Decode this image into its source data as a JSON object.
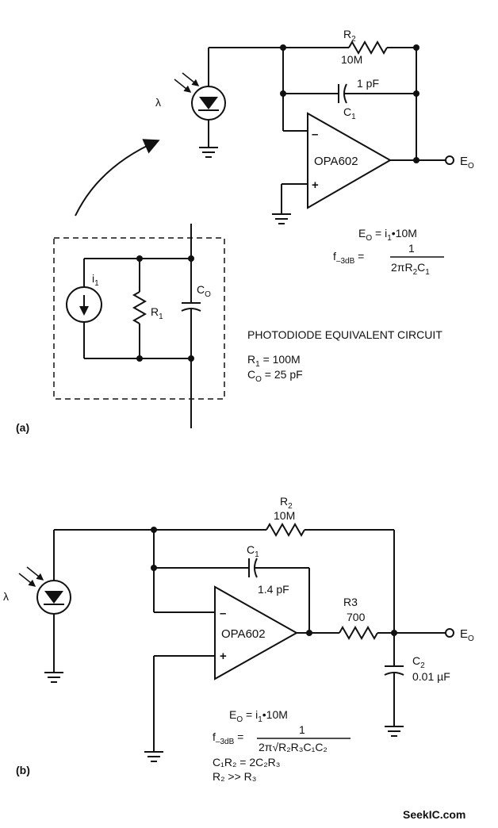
{
  "circuit_a": {
    "r2_label": "R",
    "r2_sub": "2",
    "r2_value": "10M",
    "c1_value": "1 pF",
    "c1_label": "C",
    "c1_sub": "1",
    "opamp": "OPA602",
    "minus": "–",
    "plus": "+",
    "lambda": "λ",
    "output": "E",
    "output_sub": "O",
    "eq1_lhs": "E",
    "eq1_lhs_sub": "O",
    "eq1_rhs": " = i",
    "eq1_rhs_sub": "1",
    "eq1_tail": "•10M",
    "eq2_lhs": "f",
    "eq2_lhs_sub": "–3dB",
    "eq2_eq": " =",
    "eq2_num": "1",
    "eq2_den_a": "2πR",
    "eq2_den_b": "2",
    "eq2_den_c": "C",
    "eq2_den_d": "1",
    "equiv_title": "PHOTODIODE EQUIVALENT CIRCUIT",
    "equiv_i": "i",
    "equiv_i_sub": "1",
    "equiv_r": "R",
    "equiv_r_sub": "1",
    "equiv_c": "C",
    "equiv_c_sub": "O",
    "r1_eq_a": "R",
    "r1_eq_sub": "1",
    "r1_eq_b": " = 100M",
    "co_eq_a": "C",
    "co_eq_sub": "O",
    "co_eq_b": " = 25 pF",
    "panel_label": "(a)"
  },
  "circuit_b": {
    "r2_label": "R",
    "r2_sub": "2",
    "r2_value": "10M",
    "c1_label": "C",
    "c1_sub": "1",
    "c1_value": "1.4 pF",
    "r3_label": "R3",
    "r3_value": "700",
    "c2_label": "C",
    "c2_sub": "2",
    "c2_value": "0.01 µF",
    "opamp": "OPA602",
    "minus": "–",
    "plus": "+",
    "lambda": "λ",
    "output": "E",
    "output_sub": "O",
    "eq1_lhs": "E",
    "eq1_lhs_sub": "O",
    "eq1_rhs": " = i",
    "eq1_rhs_sub": "1",
    "eq1_tail": "•10M",
    "eq2_lhs": "f",
    "eq2_lhs_sub": "–3dB",
    "eq2_eq": " =",
    "eq2_num": "1",
    "eq2_den": "2π√R₂R₃C₁C₂",
    "eq3": "C₁R₂ = 2C₂R₃",
    "eq4": "R₂  >>  R₃",
    "panel_label": "(b)"
  },
  "watermark": "SeekIC.com"
}
